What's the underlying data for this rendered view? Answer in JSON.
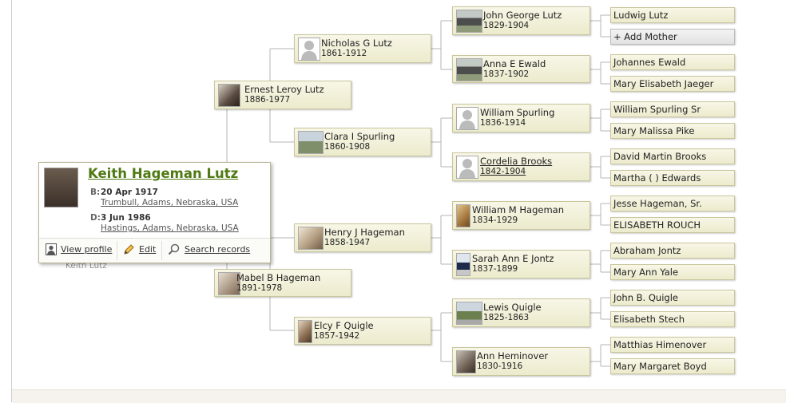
{
  "focus_person": {
    "name": "Keith Hageman Lutz",
    "birth_label": "B:",
    "birth_date": "20 Apr 1917",
    "birth_place": "Trumbull, Adams, Nebraska, USA",
    "death_label": "D:",
    "death_date": "3 Jun 1986",
    "death_place": "Hastings, Adams, Nebraska, USA",
    "actions": {
      "view_profile": "View profile",
      "edit": "Edit",
      "search_records": "Search records"
    },
    "behind_text": "Keith Lutz"
  },
  "parents": {
    "father": {
      "name": "Ernest Leroy Lutz",
      "dates": "1886-1977",
      "icon": "portrait"
    },
    "mother": {
      "name": "Mabel B Hageman",
      "dates": "1891-1978",
      "icon": "portrait"
    }
  },
  "grandparents": {
    "pf": {
      "name": "Nicholas G Lutz",
      "dates": "1861-1912",
      "icon": "silhouette"
    },
    "pm": {
      "name": "Clara I Spurling",
      "dates": "1860-1908",
      "icon": "photo"
    },
    "mf": {
      "name": "Henry J Hageman",
      "dates": "1858-1947",
      "icon": "portrait"
    },
    "mm": {
      "name": "Elcy F Quigle",
      "dates": "1857-1942",
      "icon": "portrait"
    }
  },
  "great_grandparents": [
    {
      "name": "John George Lutz",
      "dates": "1829-1904",
      "icon": "photo"
    },
    {
      "name": "Anna E Ewald",
      "dates": "1837-1902",
      "icon": "photo"
    },
    {
      "name": "William Spurling",
      "dates": "1836-1914",
      "icon": "silhouette"
    },
    {
      "name": "Cordelia Brooks",
      "dates": "1842-1904",
      "icon": "silhouette"
    },
    {
      "name": "William M Hageman",
      "dates": "1834-1929",
      "icon": "portrait"
    },
    {
      "name": "Sarah Ann E Jontz",
      "dates": "1837-1899",
      "icon": "photo"
    },
    {
      "name": "Lewis Quigle",
      "dates": "1825-1863",
      "icon": "photo"
    },
    {
      "name": "Ann Heminover",
      "dates": "1830-1916",
      "icon": "portrait"
    }
  ],
  "gg_grandparents": [
    "Ludwig Lutz",
    "+ Add Mother",
    "Johannes Ewald",
    "Mary Elisabeth Jaeger",
    "William Spurling Sr",
    "Mary Malissa Pike",
    "David Martin Brooks",
    "Martha ( ) Edwards",
    "Jesse Hageman, Sr.",
    "ELISABETH ROUCH",
    "Abraham Jontz",
    "Mary Ann Yale",
    "John B. Quigle",
    "Elisabeth Stech",
    "Matthias Himenover",
    "Mary Margaret Boyd"
  ],
  "colors": {
    "node_fill": "#ecebcd",
    "node_border": "#c9c69e",
    "name_link": "#4f7a13",
    "connector": "#b4b4b4"
  }
}
